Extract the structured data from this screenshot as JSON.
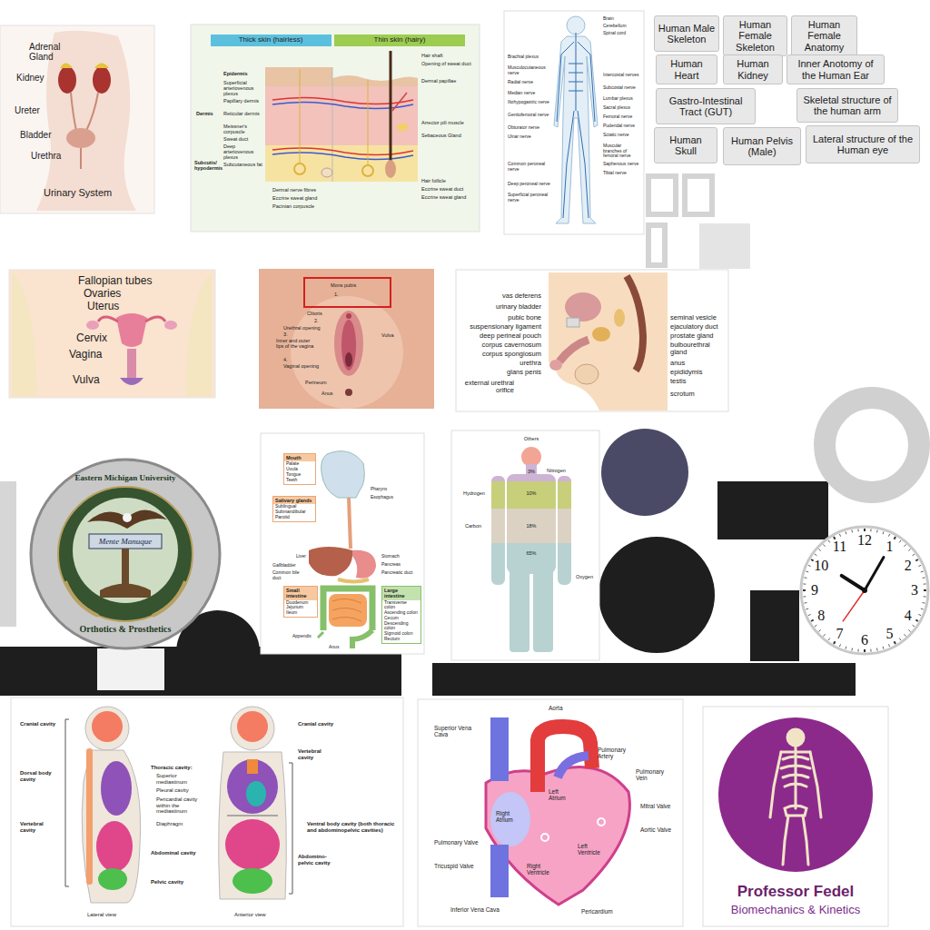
{
  "diagram": {
    "nodes": [
      {
        "text": [
          "Human Male Skeleton"
        ]
      },
      {
        "text": [
          "Human Female Skeleton"
        ]
      },
      {
        "text": [
          "Human Female Anatomy"
        ]
      },
      {
        "text": [
          "Human Heart"
        ]
      },
      {
        "text": [
          "Human Kidney"
        ]
      },
      {
        "text": [
          "Inner Anotomy of the Human Ear"
        ]
      },
      {
        "text": [
          "Gastro-Intestinal Tract (GUT)"
        ]
      },
      {
        "text": [
          "Skeletal structure of the human arm"
        ]
      },
      {
        "text": [
          "Human Skull"
        ]
      },
      {
        "text": [
          "Human Pelvis (Male)"
        ]
      },
      {
        "text": [
          "Lateral structure of the Human eye"
        ]
      },
      {
        "text": [
          "Mouth",
          "Palate",
          "Uvula",
          "Tongue",
          "Teeth"
        ]
      },
      {
        "text": [
          "Salivary glands",
          "Sublingual",
          "Submandibular",
          "Parotid"
        ]
      },
      {
        "text": [
          "Small intestine",
          "Duodenum",
          "Jejunum",
          "Ileum"
        ]
      },
      {
        "text": [
          "Large intestine",
          "Transverse colon",
          "Ascending colon",
          "Cecum",
          "Descending colon",
          "Sigmoid colon",
          "Rectum"
        ]
      },
      {
        "text": [
          "Professor Fedel",
          "Biomechanics & Kinetics"
        ]
      }
    ],
    "labels": [
      "Adrenal Gland",
      "Kidney",
      "Ureter",
      "Bladder",
      "Urethra",
      "Urinary System",
      "Thick skin (hairless)",
      "Thin skin (hairy)",
      "Epidermis",
      "Superficial arteriovenous plexus",
      "Papillary dermis",
      "Reticular dermis",
      "Meissner's corpuscle",
      "Sweat duct",
      "Deep arteriovenous plexus",
      "Subcutaneous fat",
      "Dermal nerve fibres",
      "Eccrine sweat gland",
      "Pacinian corpuscle",
      "Hair shaft",
      "Opening of sweat duct",
      "Dermal papillae",
      "Arrector pili muscle",
      "Sebaceous Gland",
      "Hair follicle",
      "Eccrine sweat duct",
      "Eccrine sweat gland",
      "Dermis",
      "Subcutis/ hypodermis",
      "Brain",
      "Cerebellum",
      "Spinal cord",
      "Brachial plexus",
      "Musculocutaneous nerve",
      "Radial nerve",
      "Intercostal nerves",
      "Median nerve",
      "Subcostal nerve",
      "Iliohypogastric nerve",
      "Lumbar plexus",
      "Genitofemoral nerve",
      "Sacral plexus",
      "Obturator nerve",
      "Femoral nerve",
      "Ulnar nerve",
      "Pudendal nerve",
      "Sciatic nerve",
      "Muscular branches of femoral nerve",
      "Saphenous nerve",
      "Tibial nerve",
      "Common peroneal nerve",
      "Deep peroneal nerve",
      "Superficial peroneal nerve",
      "Fallopian tubes",
      "Ovaries",
      "Uterus",
      "Cervix",
      "Vagina",
      "Vulva",
      "Mons pubis",
      "1.",
      "Clitoris",
      "2.",
      "Urethral opening",
      "3.",
      "Inner and outer lips of the vagina",
      "4.",
      "Vaginal opening",
      "Vulva",
      "Perineum",
      "Anus",
      "vas deferens",
      "urinary bladder",
      "pubic bone",
      "suspensionary ligament",
      "deep perineal pouch",
      "corpus cavernosum",
      "corpus spongiosum",
      "urethra",
      "glans penis",
      "external urethral orifice",
      "seminal vesicle",
      "ejaculatory duct",
      "prostate gland",
      "bulbourethral gland",
      "anus",
      "epididymis",
      "testis",
      "scrotum",
      "Eastern Michigan University",
      "Mente Manuque",
      "Orthotics & Prosthetics",
      "Pharynx",
      "Esophagus",
      "Liver",
      "Gallbladder",
      "Common bile duct",
      "Appendix",
      "Anus",
      "Stomach",
      "Pancreas",
      "Pancreatic duct",
      "Others",
      "3%",
      "Nitrogen",
      "Hydrogen",
      "10%",
      "Carbon",
      "18%",
      "65%",
      "Oxygen",
      "12",
      "1",
      "2",
      "3",
      "4",
      "5",
      "6",
      "7",
      "8",
      "9",
      "10",
      "11",
      "Cranial cavity",
      "Dorsal body cavity",
      "Vertebral cavity",
      "Thoracic cavity:",
      "Superior mediastinum",
      "Pleural cavity",
      "Pericardial cavity within the mediastinum",
      "Diaphragm",
      "Abdominal cavity",
      "Pelvic cavity",
      "Cranial cavity",
      "Vertebral cavity",
      "Ventral body cavity (both thoracic and abdominopelvic cavities)",
      "Abdomino-pelvic cavity",
      "Lateral view",
      "Anterior view",
      "Superior Vena Cava",
      "Aorta",
      "Pulmonary Artery",
      "Pulmonary Vein",
      "Left Atrium",
      "Right Atrium",
      "Mitral Valve",
      "Aortic Valve",
      "Left Ventricle",
      "Right Ventricle",
      "Pulmonary Valve",
      "Tricuspid Valve",
      "Inferior Vena Cava",
      "Pericardium"
    ]
  }
}
